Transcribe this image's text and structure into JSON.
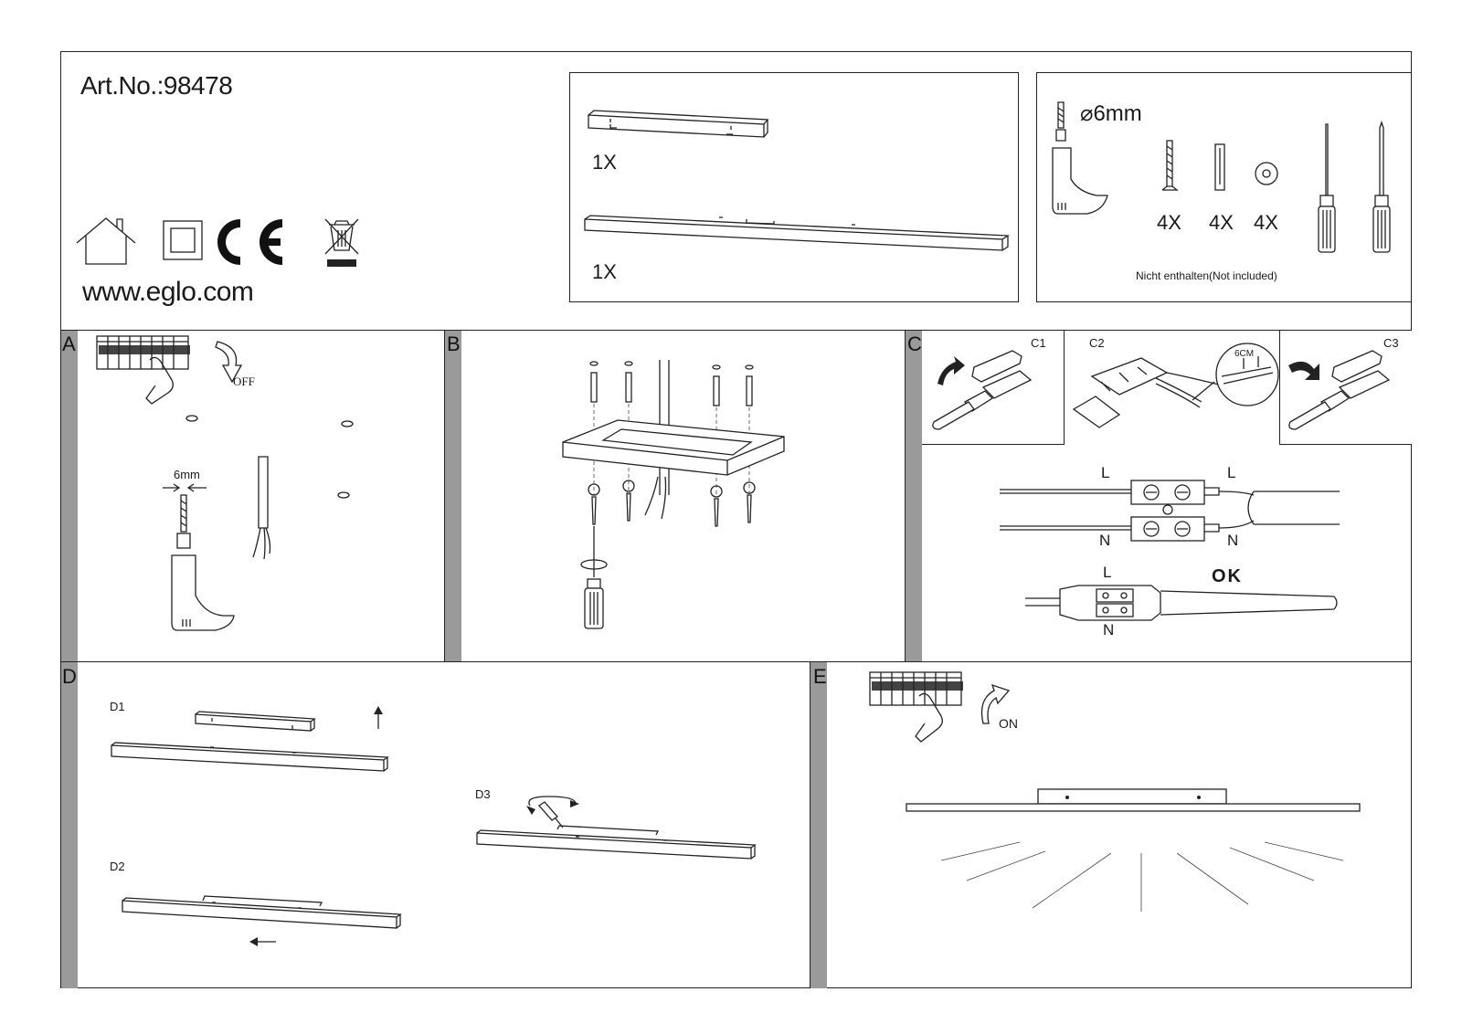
{
  "header": {
    "article_number": "Art.No.:98478",
    "website": "www.eglo.com",
    "certification_icons": [
      "house-icon",
      "double-insulation-icon",
      "ce-mark-icon",
      "weee-bin-icon"
    ]
  },
  "parts": {
    "item1_qty": "1X",
    "item2_qty": "1X"
  },
  "tools": {
    "drill_size": "⌀6mm",
    "screw_qty": "4X",
    "dowel_qty": "4X",
    "washer_qty": "4X",
    "not_included": "Nicht enthalten(Not included)"
  },
  "step_a": {
    "letter": "A",
    "off_label": "OFF",
    "hole_size": "6mm"
  },
  "step_b": {
    "letter": "B"
  },
  "step_c": {
    "letter": "C",
    "c1": "C1",
    "c2": "C2",
    "c3": "C3",
    "strip_length": "6CM",
    "l_left": "L",
    "l_right": "L",
    "n_left": "N",
    "n_right": "N",
    "l_bottom": "L",
    "n_bottom": "N",
    "ok": "OK"
  },
  "step_d": {
    "letter": "D",
    "d1": "D1",
    "d2": "D2",
    "d3": "D3"
  },
  "step_e": {
    "letter": "E",
    "on_label": "ON"
  }
}
